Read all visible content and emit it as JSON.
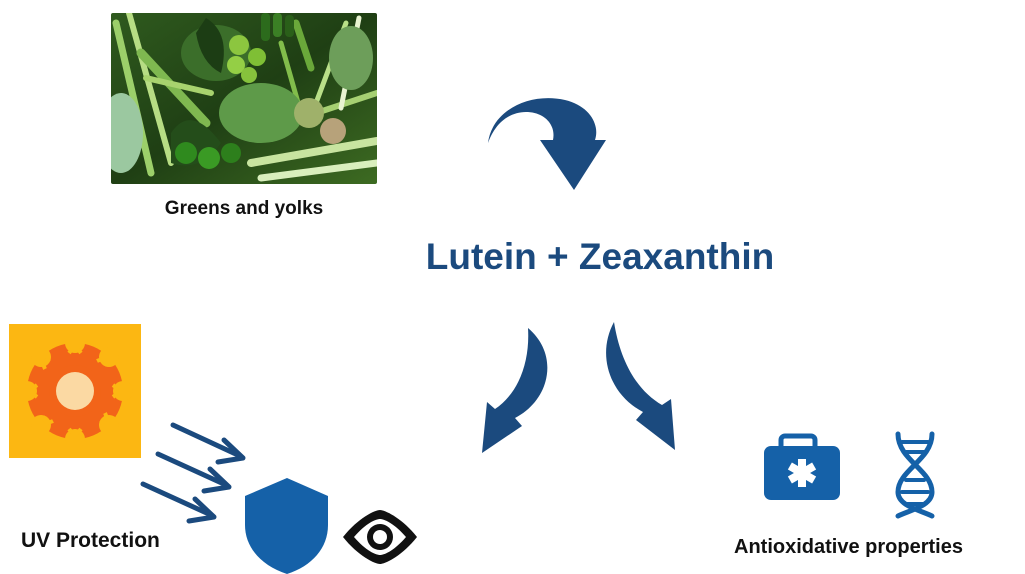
{
  "top": {
    "source_label": "Greens and yolks"
  },
  "center": {
    "title": "Lutein + Zeaxanthin",
    "title_color": "#1b4a7e"
  },
  "bottom_left": {
    "label": "UV Protection"
  },
  "bottom_right": {
    "label": "Antioxidative properties"
  },
  "colors": {
    "arrow": "#1b4a7e",
    "icon_blue": "#1561a8",
    "sun_bg": "#fcb712",
    "sun_ring": "#f26419",
    "sun_core": "#fbd9a3"
  },
  "icons": [
    "vegetables-photo",
    "curved-arrow-down-icon",
    "sun-icon",
    "uv-rays-icon",
    "shield-icon",
    "eye-icon",
    "first-aid-kit-icon",
    "dna-icon"
  ]
}
